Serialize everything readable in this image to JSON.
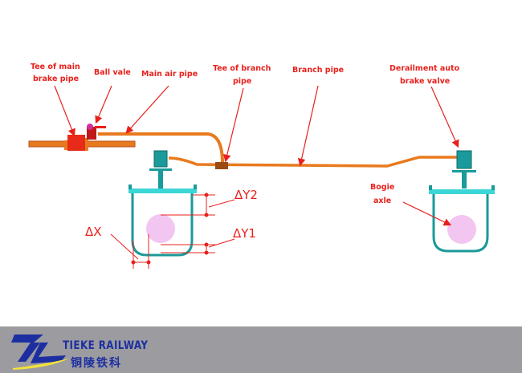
{
  "labels": {
    "tee_main_1": "Tee of main",
    "tee_main_2": "brake pipe",
    "ball_valve": "Ball vale",
    "main_air_pipe": "Main air pipe",
    "tee_branch_1": "Tee of branch",
    "tee_branch_2": "pipe",
    "branch_pipe": "Branch pipe",
    "derail_1": "Derailment auto",
    "derail_2": "brake valve",
    "bogie_1": "Bogie",
    "bogie_2": "axle"
  },
  "dimensions": {
    "dy2": "ΔY2",
    "dy1": "ΔY1",
    "dx": "ΔX"
  },
  "footer": {
    "brand_en": "TIEKE RAILWAY",
    "brand_cn": "铜陵铁科"
  },
  "colors": {
    "pipe": "#e87a1e",
    "label": "#e8201c",
    "bracket": "#1a9a9a",
    "axle": "#f2c6f0",
    "footer": "#9b9ba0",
    "brand": "#1d2fa0"
  }
}
